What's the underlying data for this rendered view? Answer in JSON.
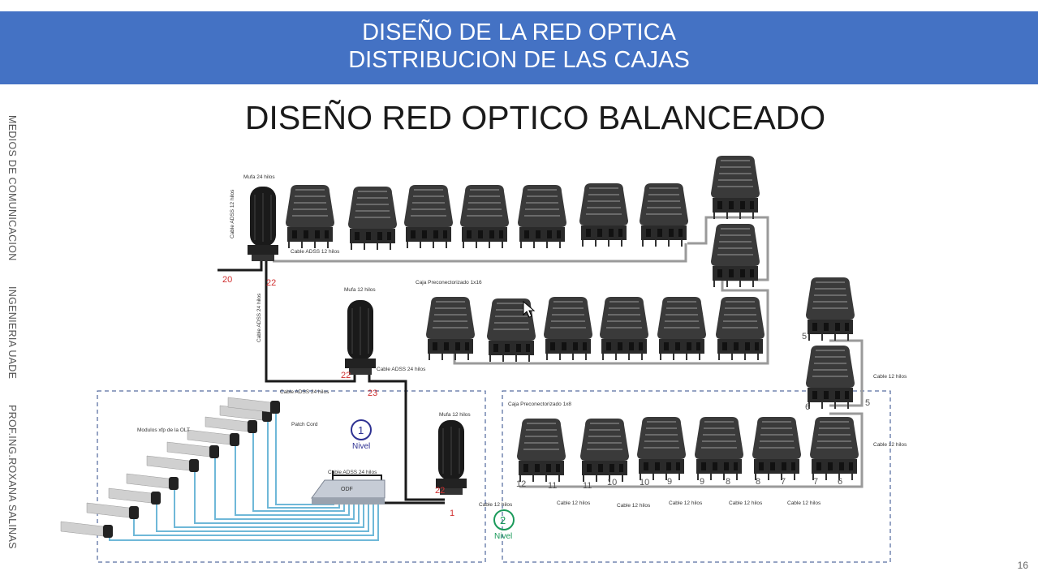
{
  "header": {
    "line1": "DISEÑO DE LA RED OPTICA",
    "line2": "DISTRIBUCION DE LAS CAJAS",
    "color": "#4472c4"
  },
  "sidebar": {
    "item1": "MEDIOS DE COMUNICACION",
    "item2": "INGENIERIA UADE",
    "item3": "PROF.ING.ROXANA SALINAS"
  },
  "slide": {
    "title": "DISEÑO RED OPTICO BALANCEADO",
    "page_number": "16"
  },
  "diagram": {
    "label_mufa24": "Mufa 24 hilos",
    "label_cable_adss_top": "Cable ADSS 12 hilos",
    "label_cable_vertical": "Cable ADSS 24 hilos",
    "label_cable_top_row": "Cable ADSS 12 hilos",
    "label_mufa12_a": "Mufa 12 hilos",
    "label_caja_a": "Caja Preconectorizado 1x16",
    "label_cable_mid": "Cable ADSS 24 hilos",
    "label_cable_adss_bottom": "Cable ADSS 24 hilos",
    "label_mufa12_b": "Mufa 12 hilos",
    "label_caja_b": "Caja Preconectorizado 1x8",
    "label_modulos": "Modulos xfp de la OLT",
    "label_patch": "Patch Cord",
    "label_odf": "ODF",
    "label_cable_odf": "Cable ADSS 24 hilos",
    "label_cable12_right_a": "Cable 12 hilos",
    "label_cable12_right_b": "Cable 12 hilos",
    "label_cable_12_bottom": "Cable 12 hilos",
    "nivel1_number": "1",
    "nivel1_text": "Nivel",
    "nivel2_number": "2",
    "nivel2_text": "Nivel",
    "nivel1_color": "#2e3192",
    "nivel2_color": "#1a9a5a",
    "num_20": "20",
    "num_22a": "22",
    "num_22b": "22",
    "num_23": "23",
    "num_22c": "22",
    "num_1": "1",
    "box_nums": [
      "12",
      "11",
      "11",
      "10",
      "10",
      "9",
      "9",
      "8",
      "8",
      "7",
      "7",
      "6"
    ],
    "num_5a": "5",
    "num_6": "6",
    "num_5b": "5",
    "bottom_cable_labels": [
      "Cable 12 hilos",
      "Cable 12 hilos",
      "Cable 12 hilos",
      "Cable 12 hilos",
      "Cable 12 hilos"
    ]
  }
}
